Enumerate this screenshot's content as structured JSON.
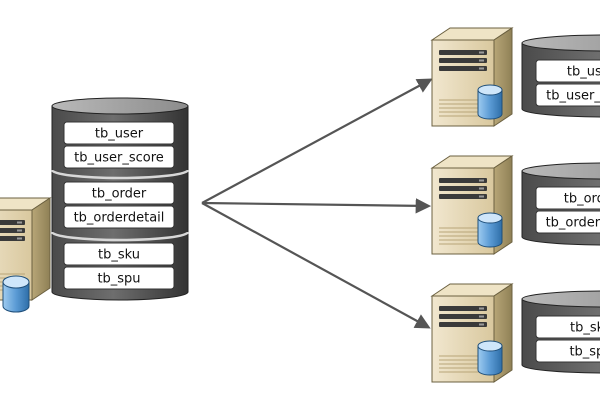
{
  "source": {
    "segments": [
      {
        "tables": [
          "tb_user",
          "tb_user_score"
        ]
      },
      {
        "tables": [
          "tb_order",
          "tb_orderdetail"
        ]
      },
      {
        "tables": [
          "tb_sku",
          "tb_spu"
        ]
      }
    ]
  },
  "targets": [
    {
      "tables": [
        "tb_user",
        "tb_user_score"
      ]
    },
    {
      "tables": [
        "tb_order",
        "tb_orderdetail"
      ]
    },
    {
      "tables": [
        "tb_sku",
        "tb_spu"
      ]
    }
  ]
}
